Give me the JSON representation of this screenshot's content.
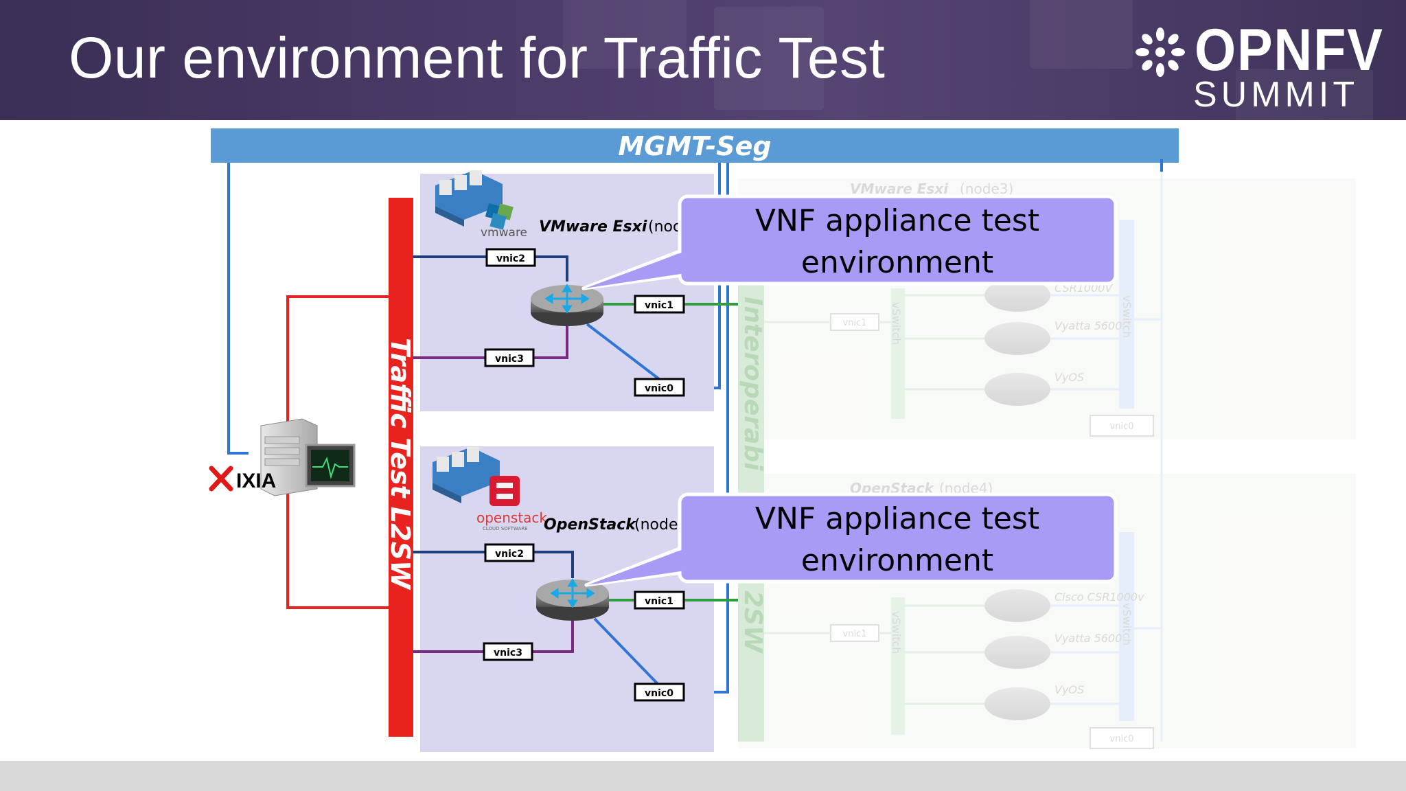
{
  "slide": {
    "title": "Our environment for Traffic Test",
    "logo": {
      "word": "OPNFV",
      "sub": "SUMMIT",
      "icon": "flower-icon"
    },
    "colors": {
      "header": "#463860",
      "mgmt": "#5b9bd5",
      "l2sw": "#e02020",
      "callout": "#a79bf5",
      "host_panel": "#d9d6f0"
    }
  },
  "diagram": {
    "mgmt_label": "MGMT-Seg",
    "l2sw_label": "Traffic Test L2SW",
    "interop_label": "Interoperabi",
    "interop_suffix": "2SW",
    "ixia_label": "IXIA",
    "vmware": {
      "label": "VMware Esxi",
      "label_suffix": "(noc",
      "brand": "vmware",
      "nics": {
        "vnic2": "vnic2",
        "vnic3": "vnic3",
        "vnic1": "vnic1",
        "vnic0": "vnic0"
      }
    },
    "openstack": {
      "label": "OpenStack",
      "label_suffix": "(node",
      "brand": "openstack",
      "brand_sub": "CLOUD SOFTWARE",
      "nics": {
        "vnic2": "vnic2",
        "vnic3": "vnic3",
        "vnic1": "vnic1",
        "vnic0": "vnic0"
      }
    },
    "callouts": [
      {
        "line1": "VNF appliance test",
        "line2": "environment"
      },
      {
        "line1": "VNF appliance test",
        "line2": "environment"
      }
    ],
    "faded": {
      "top_title": "VMware Esxi",
      "top_title_suffix": "(node3)",
      "bottom_title": "OpenStack",
      "bottom_title_suffix": "(node4)",
      "vswitch": "vSwitch",
      "top_routers": [
        "CSR1000V",
        "Vyatta 5600",
        "VyOS"
      ],
      "bottom_routers": [
        "Cisco CSR1000v",
        "Vyatta 5600",
        "VyOS"
      ],
      "vnic1": "vnic1",
      "vnic0": "vnic0"
    }
  }
}
